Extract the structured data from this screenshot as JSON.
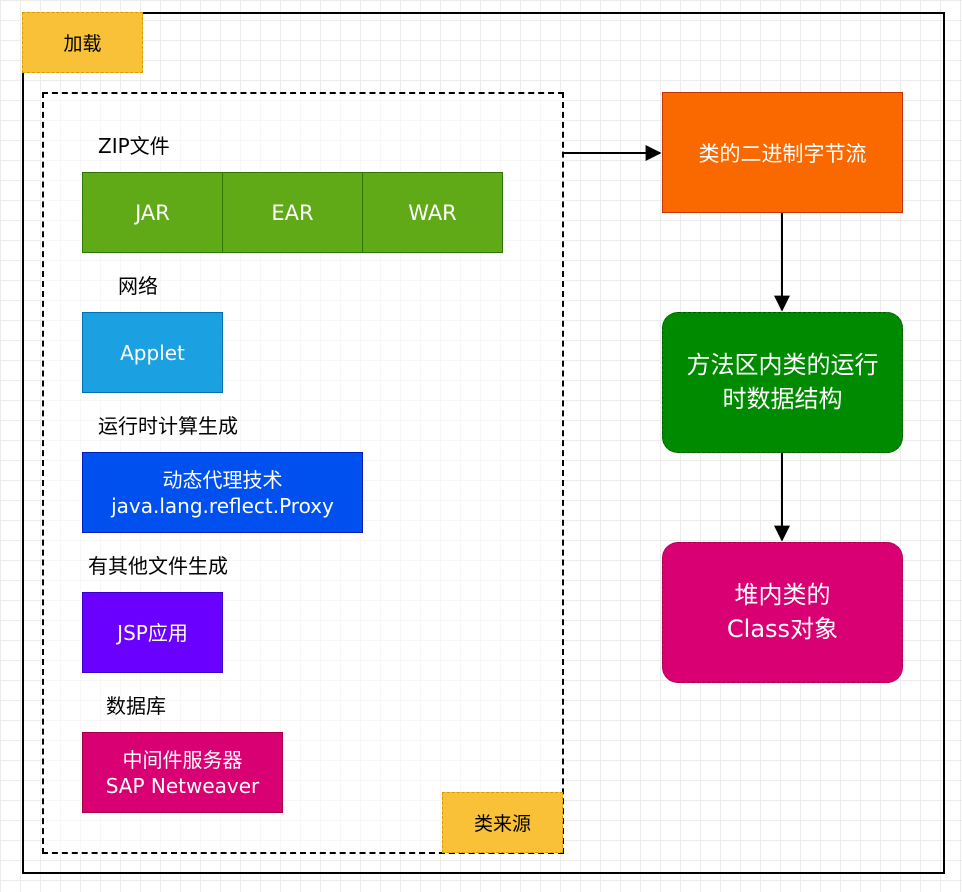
{
  "load_tag": "加载",
  "source_tag": "类来源",
  "sections": {
    "zip": {
      "title": "ZIP文件",
      "items": [
        "JAR",
        "EAR",
        "WAR"
      ]
    },
    "network": {
      "title": "网络",
      "item": "Applet"
    },
    "runtime": {
      "title": "运行时计算生成",
      "item_line1": "动态代理技术",
      "item_line2": "java.lang.reflect.Proxy"
    },
    "other_file": {
      "title": "有其他文件生成",
      "item": "JSP应用"
    },
    "database": {
      "title": "数据库",
      "item_line1": "中间件服务器",
      "item_line2": "SAP Netweaver"
    }
  },
  "flow": {
    "binary_stream": "类的二进制字节流",
    "method_area_line1": "方法区内类的运行",
    "method_area_line2": "时数据结构",
    "heap_line1": "堆内类的",
    "heap_line2": "Class对象"
  },
  "colors": {
    "zip_green": "#60a917",
    "applet_blue": "#1ba1e2",
    "proxy_blue": "#0050ef",
    "jsp_purple": "#6a00ff",
    "middleware_pink": "#d80073",
    "binary_orange": "#fa6800",
    "method_green": "#008a00",
    "heap_pink": "#d80073",
    "tag_yellow": "#f8c137"
  }
}
